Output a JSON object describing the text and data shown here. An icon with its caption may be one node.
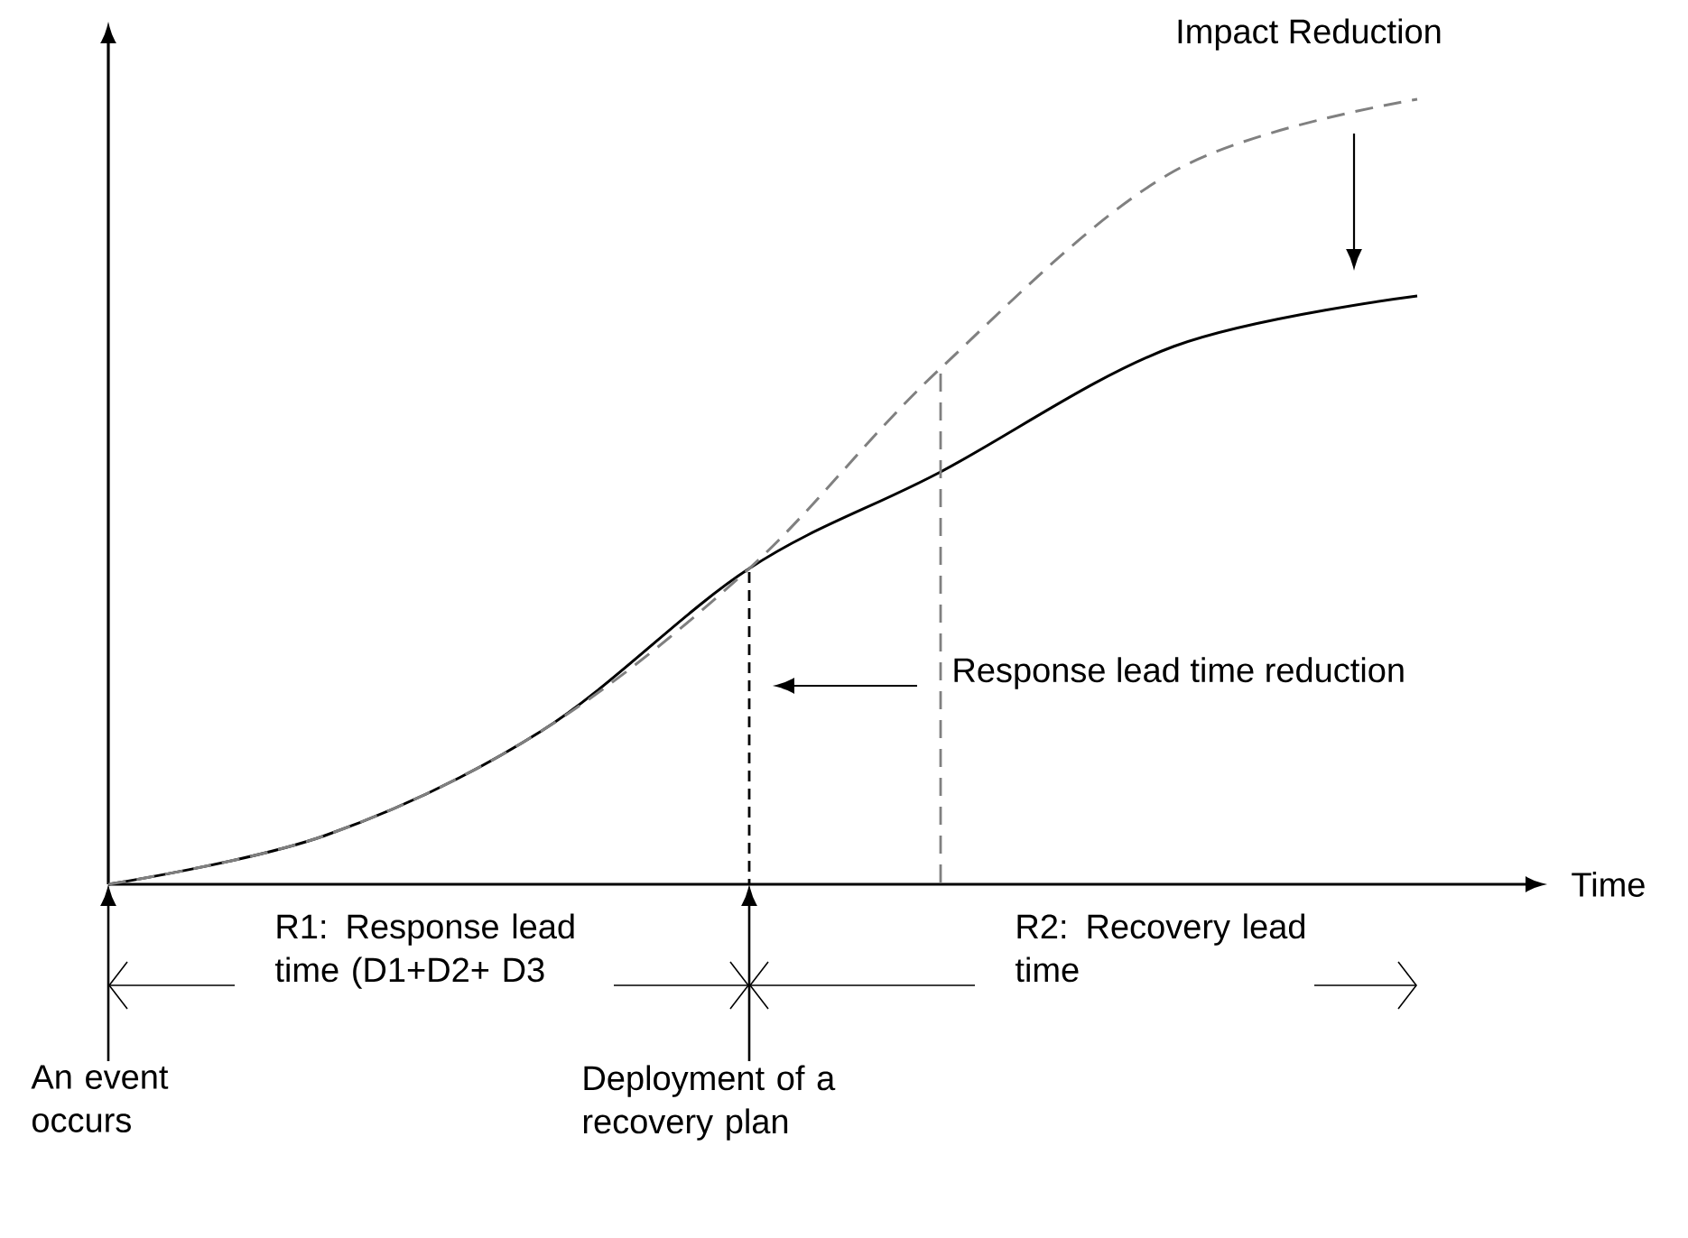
{
  "diagram": {
    "nodes": [
      {
        "text": [
          "An event occurs"
        ]
      },
      {
        "text": [
          "Deployment of a recovery plan"
        ]
      }
    ],
    "edges": [
      {
        "from": 0,
        "to": null,
        "arrow": "to"
      },
      {
        "from": 1,
        "to": null,
        "arrow": "to"
      }
    ],
    "labels": [
      "Impact Reduction",
      "Response lead time reduction",
      "Time",
      "R1: Response lead time (D1+D2+ D3",
      "R2: Recovery lead time"
    ]
  }
}
